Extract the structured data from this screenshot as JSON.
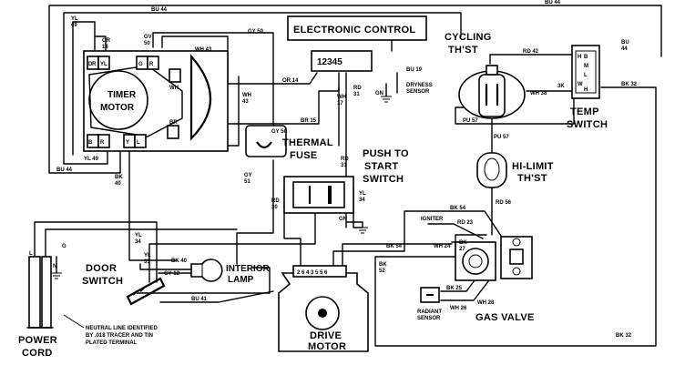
{
  "components": {
    "electronic_control": "ELECTRONIC CONTROL",
    "control_terminals": "12345",
    "cycling_thermostat_1": "CYCLING",
    "cycling_thermostat_2": "TH'ST",
    "timer_motor_1": "TIMER",
    "timer_motor_2": "MOTOR",
    "temp_switch_1": "TEMP",
    "temp_switch_2": "SWITCH",
    "thermal_fuse_1": "THERMAL",
    "thermal_fuse_2": "FUSE",
    "push_to_start_1": "PUSH TO",
    "push_to_start_2": "START",
    "push_to_start_3": "SWITCH",
    "hi_limit_1": "HI-LIMIT",
    "hi_limit_2": "TH'ST",
    "door_switch_1": "DOOR",
    "door_switch_2": "SWITCH",
    "interior_lamp_1": "INTERIOR",
    "interior_lamp_2": "LAMP",
    "gas_valve": "GAS VALVE",
    "power_cord_1": "POWER",
    "power_cord_2": "CORD",
    "drive_motor_1": "DRIVE",
    "drive_motor_2": "MOTOR",
    "dryness_sensor_1": "DRYNESS",
    "dryness_sensor_2": "SENSOR",
    "radiant_sensor_1": "RADIANT",
    "radiant_sensor_2": "SENSOR",
    "igniter": "IGNITER",
    "neutral_note_1": "NEUTRAL LINE IDENTIFIED",
    "neutral_note_2": "BY .018 TRACER AND TIN",
    "neutral_note_3": "PLATED TERMINAL",
    "drive_motor_terminals": "2 6 4 3  5 5 6"
  },
  "terminal_letters": {
    "timer_d": "D",
    "timer_r": "R",
    "timer_y_top": "Y",
    "timer_l": "L",
    "timer_g": "G",
    "timer_r2": "R",
    "timer_wh": "WH",
    "timer_br": "BR",
    "timer_b_bot": "B",
    "timer_r_bot": "R",
    "timer_y_bot": "Y",
    "timer_l_bot": "L",
    "power_l": "L",
    "power_g": "G",
    "power_n": "N",
    "ts_h1": "H",
    "ts_h2": "H",
    "ts_b": "B",
    "ts_m": "M",
    "ts_l": "L",
    "ts_w": "W",
    "ts_3k": "3K"
  },
  "wire_labels": {
    "bu44_top": "BU 44",
    "bu44_right_top": "BU 44",
    "yl49_top": "YL\n49",
    "or14_timer": "OR\n14",
    "gy50_timer": "GV\n50",
    "wh43_timer": "WH 43",
    "gy50_right": "GY 50",
    "wh43_mid": "WH\n43",
    "or14_ec": "OR 14",
    "rd31_ec": "RD\n31",
    "wh17": "WH\n17",
    "bu19": "BU 19",
    "gn_ec": "GN",
    "rd42": "RD 42",
    "bu44_ts": "BU\n44",
    "bk32_ts": "BK 32",
    "wh38": "WH 38",
    "pu57_a": "PU 57",
    "pu57_b": "PU 57",
    "br15": "BR 15",
    "gy50_fuse": "GY 50",
    "yl49_left": "YL 49",
    "bu44_left": "BU 44",
    "bk40_timer": "BK\n40",
    "gy51": "GY\n51",
    "rd31_fuse": "RD\n31",
    "rd56": "RD 56",
    "rd30": "RD\n30",
    "yl34_pts": "YL\n34",
    "gn_pts": "GN",
    "bk54_top": "BK 54",
    "rd23": "RD 23",
    "wh24": "WH 24",
    "bk27": "BK\n27",
    "bk54_left": "BK 54",
    "bk52": "BK\n52",
    "yl34_door": "YL\n34",
    "bk40_door": "BK 40",
    "yl35": "YL\n35",
    "gy12": "GY 12",
    "bu41": "BU 41",
    "bk25": "BK 25",
    "wh26": "WH 26",
    "wh28": "WH 28",
    "bk32_bottom": "BK 32"
  }
}
